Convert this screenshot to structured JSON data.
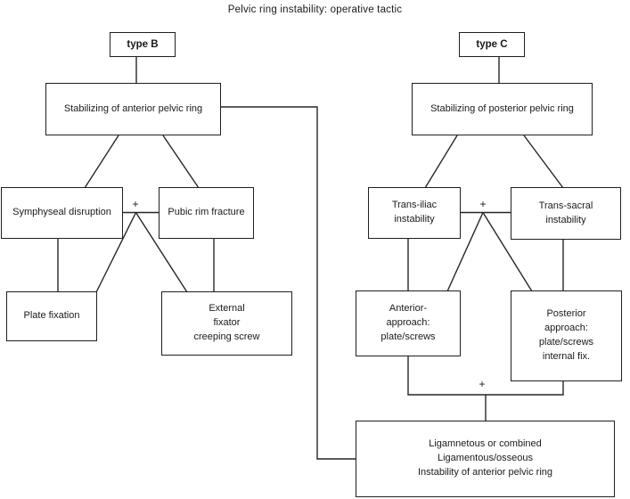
{
  "title": "Pelvic ring instability: operative tactic",
  "diagram": {
    "plus": "+",
    "type_b": "type B",
    "type_c": "type C",
    "anterior_ring": "Stabilizing of anterior pelvic ring",
    "posterior_ring": "Stabilizing of posterior pelvic ring",
    "symphyseal": "Symphyseal disruption",
    "pubic_rim": "Pubic rim fracture",
    "trans_iliac": "Trans-iliac\ninstability",
    "trans_sacral": "Trans-sacral\ninstability",
    "plate_fixation": "Plate fixation",
    "external_fixator": "External\nfixator\ncreeping screw",
    "anterior_approach": "Anterior-\napproach:\nplate/screws",
    "posterior_approach": "Posterior\napproach:\nplate/screws\ninternal fix.",
    "combined": "Ligamnetous or combined\nLigamentous/osseous\nInstability of anterior pelvic ring"
  },
  "colors": {
    "line": "#262626",
    "text": "#1a1a1a",
    "background": "#ffffff"
  }
}
